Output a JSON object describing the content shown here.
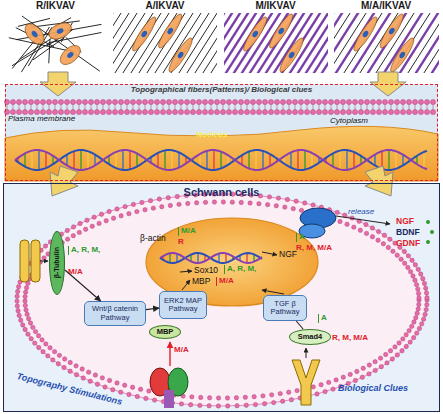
{
  "diagram": {
    "nodes": [
      {
        "text": [
          "R/IKVAV"
        ]
      },
      {
        "text": [
          "A/IKVAV"
        ]
      },
      {
        "text": [
          "M/IKVAV"
        ]
      },
      {
        "text": [
          "M/A/IKVAV"
        ]
      },
      {
        "text": [
          "Topographical fibers(Patterns)/ Biological clues"
        ]
      },
      {
        "text": [
          "Schwann cells"
        ]
      },
      {
        "text": [
          "β-Tubulin"
        ],
        "in": 5
      },
      {
        "text": [
          "Wnt/β catenin Pathway"
        ],
        "in": 5
      },
      {
        "text": [
          "ERK2 MAP Pathway"
        ],
        "in": 5
      },
      {
        "text": [
          "MBP"
        ],
        "in": 5
      },
      {
        "text": [
          "TGF β Pathway"
        ],
        "in": 5
      },
      {
        "text": [
          "Smad4"
        ],
        "in": 5
      }
    ],
    "edges": [
      {
        "from": 6,
        "to": 7,
        "arrow": "to"
      },
      {
        "from": 7,
        "to": 8,
        "arrow": "to"
      },
      {
        "from": 10,
        "to": 11,
        "arrow": "none"
      }
    ],
    "labels": [
      "Plasma membrane",
      "Cytoplasm",
      "Nucleus",
      "β-actin",
      "M/A",
      "R",
      "Sox10",
      "A, R, M,",
      "MBP",
      "M/A",
      "NGF",
      "A",
      "R, M, M/A",
      "release",
      "NGF",
      "BDNF",
      "GDNF",
      "A, R, M,",
      "M/A",
      "M/A",
      "A",
      "R, M, M/A",
      "Topography Stimulations",
      "Biological Clues"
    ]
  }
}
